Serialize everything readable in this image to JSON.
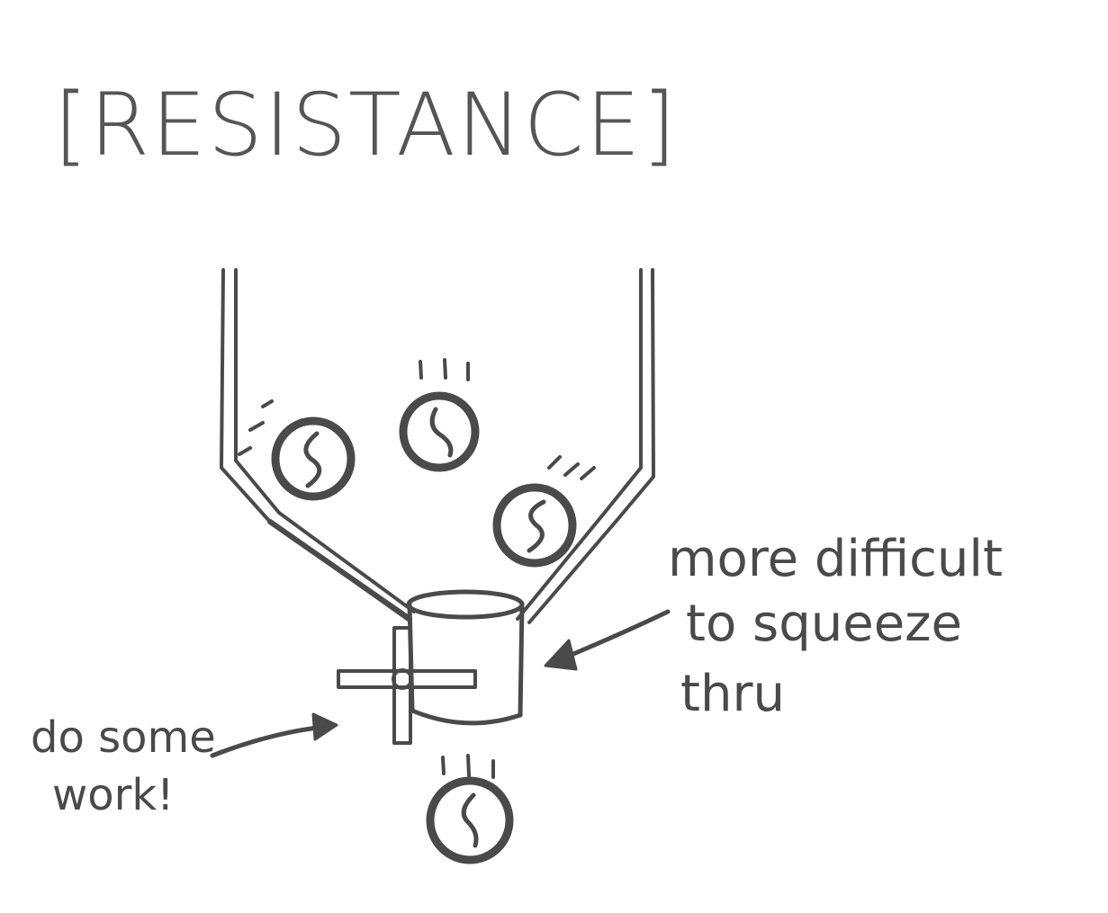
{
  "title": "[RESISTANCE]",
  "labels": {
    "right_line1": "more difficult",
    "right_line2": "to squeeze",
    "right_line3": "thru",
    "left_line1": "do some",
    "left_line2": "work!"
  },
  "colors": {
    "ink": "#4a4a4a",
    "background": "#ffffff"
  }
}
